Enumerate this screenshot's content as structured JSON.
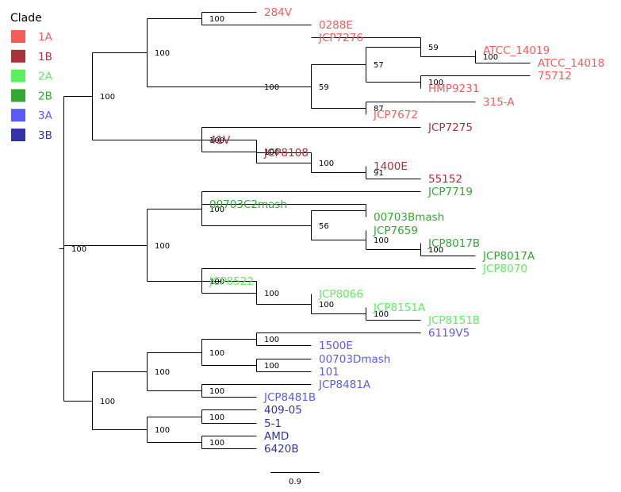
{
  "legend": {
    "title": "Clade",
    "items": [
      {
        "label": "1A",
        "color": "#f45c5c"
      },
      {
        "label": "1B",
        "color": "#a8333b"
      },
      {
        "label": "2A",
        "color": "#5cf05c"
      },
      {
        "label": "2B",
        "color": "#33a833"
      },
      {
        "label": "3A",
        "color": "#5a5af5"
      },
      {
        "label": "3B",
        "color": "#3333a6"
      }
    ]
  },
  "scale_bar": {
    "label": "0.9"
  },
  "tree": {
    "support": "100",
    "children": [
      {
        "support": "100",
        "children": [
          {
            "support": "100",
            "children": [
              {
                "support": "100",
                "children": [
                  {
                    "name": "284V",
                    "clade": "1A"
                  },
                  {
                    "name": "0288E",
                    "clade": "1A"
                  }
                ]
              },
              {
                "support": "100",
                "children": [
                  {
                    "name": "",
                    "children": []
                  },
                  {
                    "support": "59",
                    "children": [
                      {
                        "support": "57",
                        "children": [
                          {
                            "support": "59",
                            "children": [
                              {
                                "name": "JCP7276",
                                "clade": "1A"
                              },
                              {
                                "support": "100",
                                "children": [
                                  {
                                    "name": "ATCC_14019",
                                    "clade": "1A"
                                  },
                                  {
                                    "name": "ATCC_14018",
                                    "clade": "1A"
                                  }
                                ]
                              }
                            ]
                          },
                          {
                            "support": "100",
                            "children": [
                              {
                                "name": "75712",
                                "clade": "1A"
                              },
                              {
                                "name": "HMP9231",
                                "clade": "1A"
                              }
                            ]
                          }
                        ]
                      },
                      {
                        "support": "87",
                        "children": [
                          {
                            "name": "315-A",
                            "clade": "1A"
                          },
                          {
                            "name": "JCP7672",
                            "clade": "1A"
                          }
                        ]
                      }
                    ]
                  }
                ]
              }
            ]
          },
          {
            "support": "100",
            "children": [
              {
                "name": "JCP7275",
                "clade": "1B"
              },
              {
                "support": "100",
                "children": [
                  {
                    "name": "41V",
                    "clade": "1B"
                  },
                  {
                    "support": "100",
                    "children": [
                      {
                        "name": "JCP8108",
                        "clade": "1B"
                      },
                      {
                        "support": "91",
                        "children": [
                          {
                            "name": "1400E",
                            "clade": "1B"
                          },
                          {
                            "name": "55152",
                            "clade": "1B"
                          }
                        ]
                      }
                    ]
                  }
                ]
              }
            ]
          }
        ]
      },
      {
        "support": "100",
        "children": [
          {
            "support": "100",
            "children": [
              {
                "name": "JCP7719",
                "clade": "2B"
              },
              {
                "support": "56",
                "children": [
                  {
                    "support": "",
                    "children": [
                      {
                        "name": "00703C2mash",
                        "clade": "2B"
                      },
                      {
                        "name": "00703Bmash",
                        "clade": "2B"
                      }
                    ]
                  },
                  {
                    "support": "100",
                    "children": [
                      {
                        "name": "JCP7659",
                        "clade": "2B"
                      },
                      {
                        "support": "100",
                        "children": [
                          {
                            "name": "JCP8017B",
                            "clade": "2B"
                          },
                          {
                            "name": "JCP8017A",
                            "clade": "2B"
                          }
                        ]
                      }
                    ]
                  }
                ]
              }
            ]
          },
          {
            "support": "100",
            "children": [
              {
                "name": "JCP8070",
                "clade": "2A"
              },
              {
                "support": "100",
                "children": [
                  {
                    "name": "JCP8522",
                    "clade": "2A"
                  },
                  {
                    "support": "100",
                    "children": [
                      {
                        "name": "JCP8066",
                        "clade": "2A"
                      },
                      {
                        "support": "100",
                        "children": [
                          {
                            "name": "JCP8151A",
                            "clade": "2A"
                          },
                          {
                            "name": "JCP8151B",
                            "clade": "2A"
                          }
                        ]
                      }
                    ]
                  }
                ]
              }
            ]
          }
        ]
      },
      {
        "support": "100",
        "children": [
          {
            "support": "100",
            "children": [
              {
                "support": "100",
                "children": [
                  {
                    "support": "100",
                    "children": [
                      {
                        "name": "6119V5",
                        "clade": "3A"
                      },
                      {
                        "name": "1500E",
                        "clade": "3A"
                      }
                    ]
                  },
                  {
                    "support": "100",
                    "children": [
                      {
                        "name": "00703Dmash",
                        "clade": "3A"
                      },
                      {
                        "name": "101",
                        "clade": "3A"
                      }
                    ]
                  }
                ]
              },
              {
                "support": "100",
                "children": [
                  {
                    "name": "JCP8481A",
                    "clade": "3A"
                  },
                  {
                    "name": "JCP8481B",
                    "clade": "3A"
                  }
                ]
              }
            ]
          },
          {
            "support": "100",
            "children": [
              {
                "support": "100",
                "children": [
                  {
                    "name": "409-05",
                    "clade": "3B"
                  },
                  {
                    "name": "5-1",
                    "clade": "3B"
                  }
                ]
              },
              {
                "support": "100",
                "children": [
                  {
                    "name": "AMD",
                    "clade": "3B"
                  },
                  {
                    "name": "6420B",
                    "clade": "3B"
                  }
                ]
              }
            ]
          }
        ]
      }
    ]
  }
}
